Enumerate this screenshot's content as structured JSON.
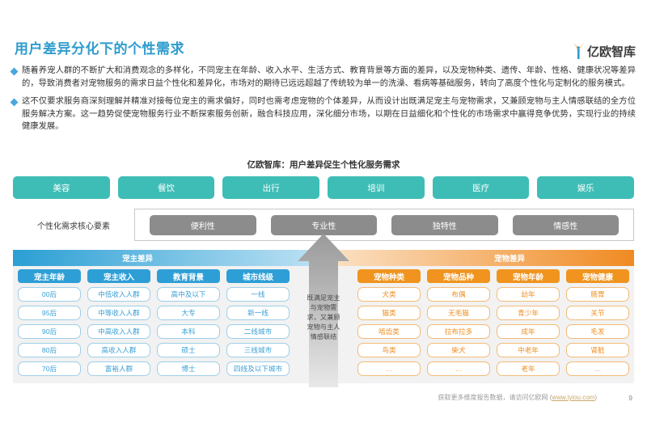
{
  "header": {
    "title": "用户差异分化下的个性需求",
    "logo_text": "亿欧智库",
    "logo_icon": "y-mark-icon"
  },
  "bullets": [
    "随着养宠人群的不断扩大和消费观念的多样化，不同宠主在年龄、收入水平、生活方式、教育背景等方面的差异，以及宠物种类、遗传、年龄、性格、健康状况等差异的，导致消费者对宠物服务的需求日益个性化和差异化，市场对的期待已远远超越了传统较为单一的洗澡、看病等基础服务，转向了高度个性化与定制化的服务模式。",
    "这不仅要求服务商深刻理解并精准对接每位宠主的需求偏好，同时也需考虑宠物的个体差异，从而设计出既满足宠主与宠物需求，又兼顾宠物与主人情感联结的全方位服务解决方案。这一趋势促使宠物服务行业不断探索服务创新，融合科技应用，深化细分市场，以期在日益细化和个性化的市场需求中赢得竞争优势，实现行业的持续健康发展。"
  ],
  "chart_title": "亿欧智库：用户差异促生个性化服务需求",
  "services": [
    "美容",
    "餐饮",
    "出行",
    "培训",
    "医疗",
    "娱乐"
  ],
  "core": {
    "label": "个性化需求核心要素",
    "items": [
      "便利性",
      "专业性",
      "独特性",
      "情感性"
    ]
  },
  "arrow": {
    "text": "既满足宠主与宠物需求，又兼顾宠物与主人情感联结"
  },
  "owner_section": {
    "band_label": "宠主差异",
    "columns": [
      {
        "head": "宠主年龄",
        "cells": [
          "00后",
          "95后",
          "90后",
          "80后",
          "70后"
        ]
      },
      {
        "head": "宠主收入",
        "cells": [
          "中低收入人群",
          "中等收入人群",
          "中高收入人群",
          "高收入人群",
          "富裕人群"
        ]
      },
      {
        "head": "教育背景",
        "cells": [
          "高中及以下",
          "大专",
          "本科",
          "硕士",
          "博士"
        ]
      },
      {
        "head": "城市线级",
        "cells": [
          "一线",
          "新一线",
          "二线城市",
          "三线城市",
          "四线及以下城市"
        ]
      }
    ]
  },
  "pet_section": {
    "band_label": "宠物差异",
    "columns": [
      {
        "head": "宠物种类",
        "cells": [
          "犬类",
          "猫类",
          "啮齿类",
          "鸟类",
          "…"
        ]
      },
      {
        "head": "宠物品种",
        "cells": [
          "布偶",
          "无毛猫",
          "拉布拉多",
          "柴犬",
          "…"
        ]
      },
      {
        "head": "宠物年龄",
        "cells": [
          "幼年",
          "青少年",
          "成年",
          "中老年",
          "老年"
        ]
      },
      {
        "head": "宠物健康",
        "cells": [
          "肠胃",
          "关节",
          "毛发",
          "肾脏",
          "…"
        ]
      }
    ]
  },
  "footer": {
    "text_prefix": "获取更多维度报告数据，请访问亿欧网 (",
    "link": "www.iyiou.com",
    "text_suffix": ")",
    "page_number": "9"
  },
  "colors": {
    "accent_blue": "#2e9ccd",
    "teal": "#3ebdb6",
    "orange": "#f0941f",
    "gray_pill": "#8c8c8c"
  }
}
